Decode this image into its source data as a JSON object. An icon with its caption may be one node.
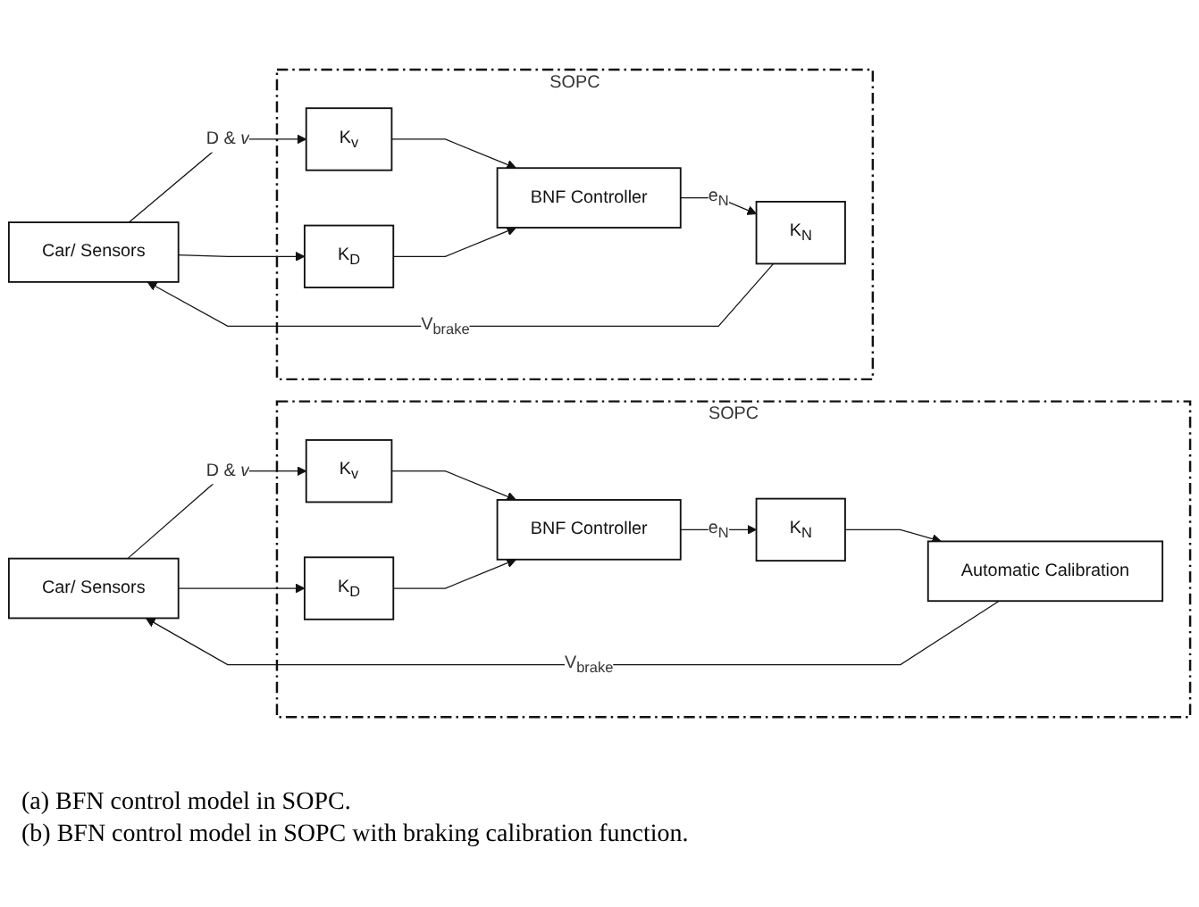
{
  "diagram": {
    "nodes": [
      {
        "text": [
          "SOPC"
        ]
      },
      {
        "text": [
          "K$_{v}$"
        ],
        "in": 0
      },
      {
        "text": [
          "K$_{D}$"
        ],
        "in": 0
      },
      {
        "text": [
          "BNF Controller"
        ],
        "in": 0
      },
      {
        "text": [
          "K$_{N}$"
        ],
        "in": 0
      },
      {
        "text": [
          "Car/ Sensors"
        ]
      },
      {
        "text": [
          "SOPC"
        ]
      },
      {
        "text": [
          "K$_{v}$"
        ],
        "in": 6
      },
      {
        "text": [
          "K$_{D}$"
        ],
        "in": 6
      },
      {
        "text": [
          "BNF Controller"
        ],
        "in": 6
      },
      {
        "text": [
          "K$_{N}$"
        ],
        "in": 6
      },
      {
        "text": [
          "Automatic Calibration"
        ],
        "in": 6
      },
      {
        "text": [
          "Car/ Sensors"
        ]
      }
    ],
    "edges": [
      {
        "from": 5,
        "to": 1,
        "arrow": "to",
        "label": "D & *v*"
      },
      {
        "from": 5,
        "to": 2,
        "arrow": "to"
      },
      {
        "from": 1,
        "to": 3,
        "arrow": "to"
      },
      {
        "from": 2,
        "to": 3,
        "arrow": "to"
      },
      {
        "from": 3,
        "to": 4,
        "arrow": "to",
        "label": "e$_{N}$"
      },
      {
        "from": 4,
        "to": 5,
        "arrow": "to",
        "label": "V$_{brake}$"
      },
      {
        "from": 12,
        "to": 7,
        "arrow": "to",
        "label": "D & *v*"
      },
      {
        "from": 12,
        "to": 8,
        "arrow": "to"
      },
      {
        "from": 7,
        "to": 9,
        "arrow": "to"
      },
      {
        "from": 8,
        "to": 9,
        "arrow": "to"
      },
      {
        "from": 9,
        "to": 10,
        "arrow": "to",
        "label": "e$_{N}$"
      },
      {
        "from": 10,
        "to": 11,
        "arrow": "to"
      },
      {
        "from": 11,
        "to": 12,
        "arrow": "to",
        "label": "V$_{brake}$"
      }
    ],
    "labels": [
      "(a) BFN control model in SOPC.",
      "(b) BFN control model in SOPC with braking calibration function."
    ]
  }
}
